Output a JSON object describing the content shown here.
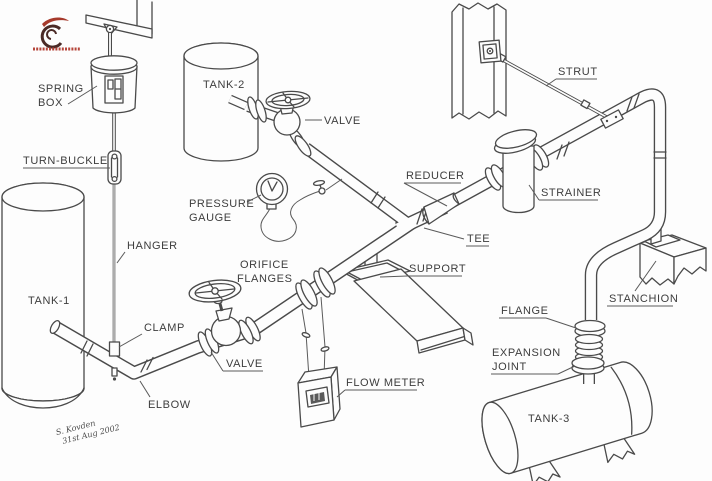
{
  "diagram": {
    "type": "piping-components-illustration",
    "labels": {
      "spring_box_1": "SPRING",
      "spring_box_2": "BOX",
      "turn_buckle": "TURN-BUCKLE",
      "hanger": "HANGER",
      "tank1": "TANK-1",
      "clamp": "CLAMP",
      "elbow": "ELBOW",
      "tank2": "TANK-2",
      "valve_top": "VALVE",
      "pressure_1": "PRESSURE",
      "pressure_2": "GAUGE",
      "orifice_1": "ORIFICE",
      "orifice_2": "FLANGES",
      "valve_bottom": "VALVE",
      "flow_meter": "FLOW METER",
      "reducer": "REDUCER",
      "tee": "TEE",
      "support": "SUPPORT",
      "strut": "STRUT",
      "strainer": "STRAINER",
      "stanchion": "STANCHION",
      "flange": "FLANGE",
      "expansion_1": "EXPANSION",
      "expansion_2": "JOINT",
      "tank3": "TANK-3"
    },
    "signature": {
      "line1": "S. Kovden",
      "line2": "31st Aug 2002"
    },
    "colors": {
      "ink": "#4a4a4a",
      "label": "#3d3d3d",
      "logo_red": "#a63a2c",
      "logo_dark": "#4a2a26",
      "paper": "#fdfdfd"
    }
  }
}
